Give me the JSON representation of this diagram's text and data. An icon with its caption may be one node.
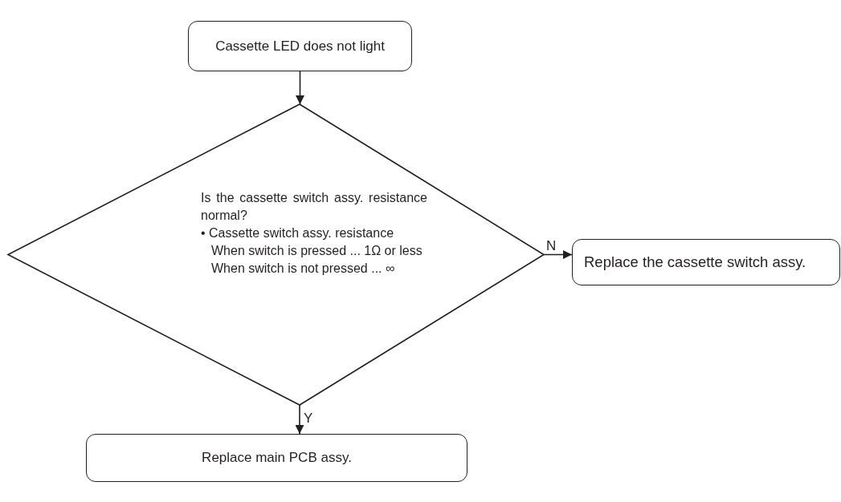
{
  "diagram": {
    "nodes": [
      {
        "text": [
          "Cassette LED does not light"
        ]
      },
      {
        "text": [
          "Is the cassette switch assy. resistance normal?",
          "• Cassette switch assy. resistance",
          "When switch is pressed ... 1Ω or less",
          "When switch is not pressed ... ∞"
        ]
      },
      {
        "text": [
          "Replace the cassette switch assy."
        ]
      },
      {
        "text": [
          "Replace main PCB assy."
        ]
      }
    ],
    "edges": [
      {
        "from": 0,
        "to": 1,
        "arrow": "to"
      },
      {
        "from": 1,
        "to": 2,
        "arrow": "to",
        "label": "N"
      },
      {
        "from": 1,
        "to": 3,
        "arrow": "to",
        "label": "Y"
      }
    ]
  }
}
